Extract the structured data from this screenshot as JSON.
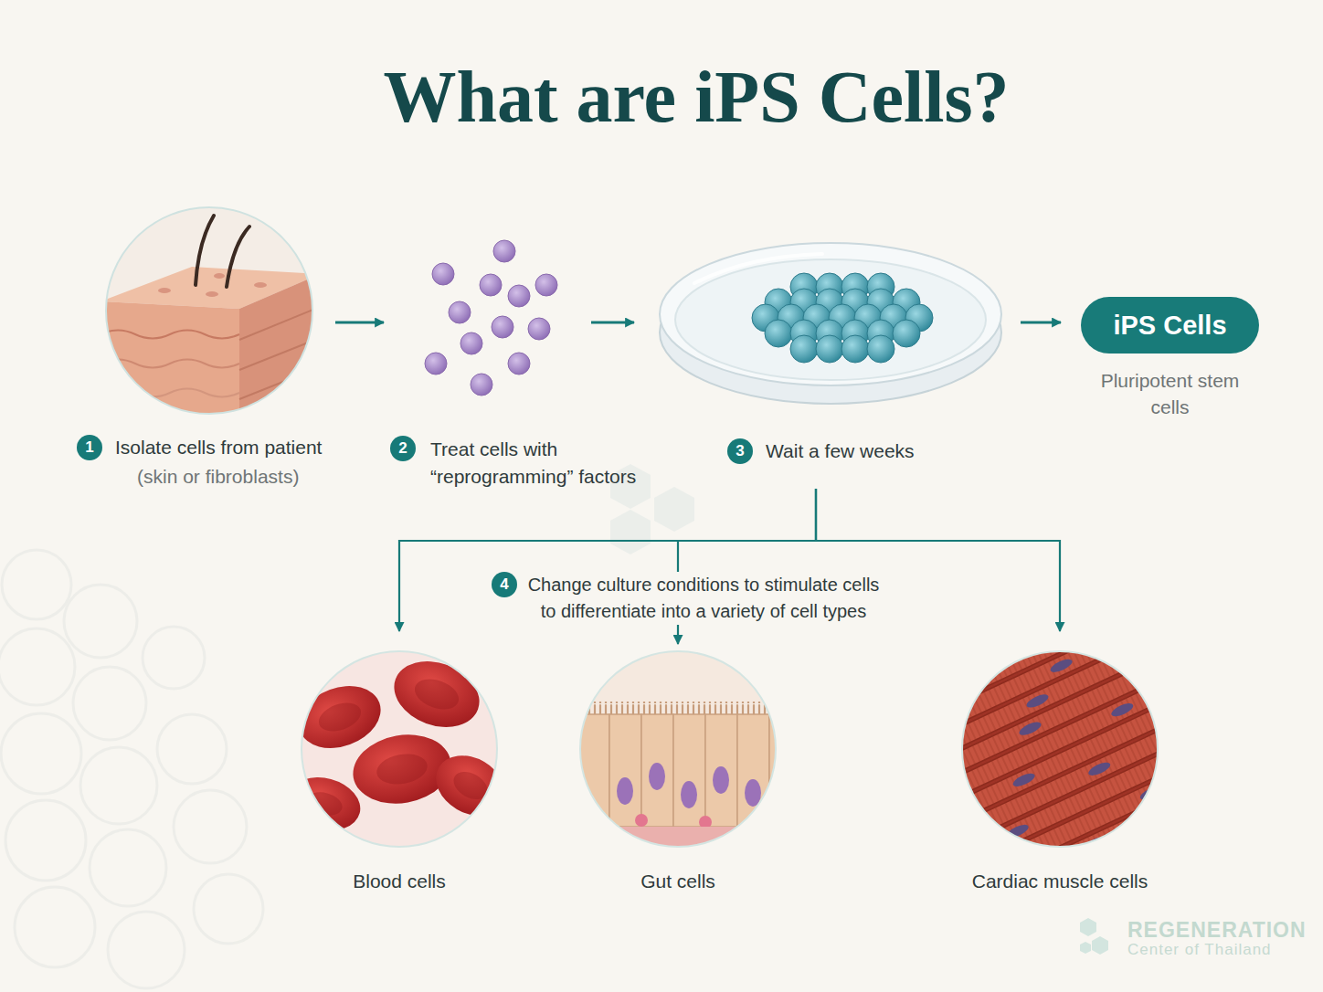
{
  "diagram": {
    "title": "What are iPS Cells?",
    "nodes": [
      {
        "text": [
          "Isolate cells from patient",
          "(skin or fibroblasts)"
        ]
      },
      {
        "text": [
          "Treat cells with “reprogramming” factors"
        ]
      },
      {
        "text": [
          "Wait a few weeks"
        ]
      },
      {
        "text": [
          "iPS Cells",
          "Pluripotent stem cells"
        ]
      },
      {
        "text": [
          "Blood cells"
        ]
      },
      {
        "text": [
          "Gut cells"
        ]
      },
      {
        "text": [
          "Cardiac muscle cells"
        ]
      }
    ],
    "edges": [
      {
        "from": 0,
        "to": 1,
        "arrow": "to"
      },
      {
        "from": 1,
        "to": 2,
        "arrow": "to"
      },
      {
        "from": 2,
        "to": 3,
        "arrow": "to"
      },
      {
        "from": 2,
        "to": 4,
        "arrow": "to"
      },
      {
        "from": 2,
        "to": 5,
        "label": "Change culture conditions to stimulate cells to differentiate into a variety of cell types",
        "arrow": "to"
      },
      {
        "from": 2,
        "to": 6,
        "arrow": "to"
      }
    ],
    "labels": [
      "1",
      "2",
      "3",
      "4",
      "REGENERATION",
      "Center of Thailand"
    ]
  }
}
